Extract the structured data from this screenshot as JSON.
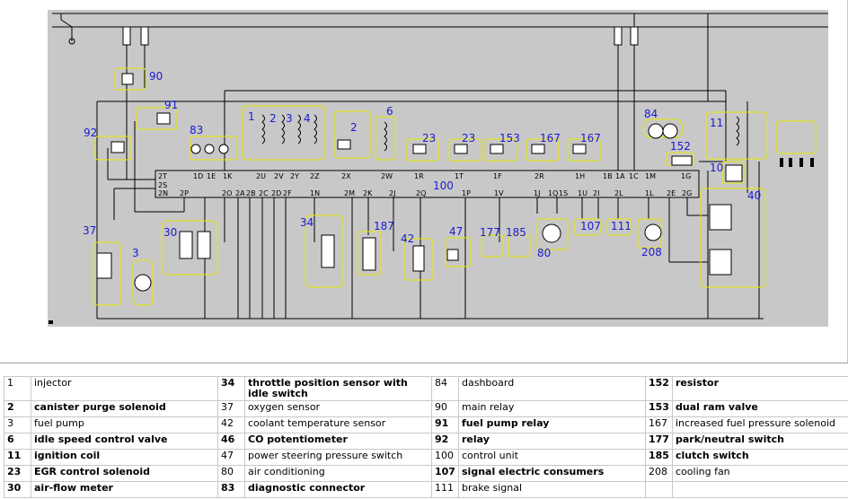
{
  "diagram": {
    "component_labels": [
      "90",
      "91",
      "92",
      "83",
      "1",
      "2",
      "3",
      "4",
      "2",
      "6",
      "23",
      "23",
      "153",
      "167",
      "167",
      "84",
      "152",
      "11",
      "10",
      "40",
      "37",
      "3",
      "30",
      "34",
      "187",
      "42",
      "47",
      "177",
      "185",
      "80",
      "107",
      "111",
      "208",
      "100"
    ],
    "pins_top": [
      "2T",
      "2S",
      "2N",
      "1D",
      "1E",
      "1K",
      "2U",
      "2V",
      "2Y",
      "2Z",
      "2X",
      "2W",
      "1R",
      "1T",
      "1F",
      "2R",
      "1H",
      "1B",
      "1A",
      "1C",
      "1M",
      "1G"
    ],
    "pins_bottom": [
      "2P",
      "2O",
      "2A",
      "2B",
      "2C",
      "2D",
      "2F",
      "1N",
      "2M",
      "2K",
      "2J",
      "2Q",
      "1P",
      "1V",
      "1J",
      "1Q",
      "1S",
      "1U",
      "2I",
      "2L",
      "1L",
      "2E",
      "2G"
    ]
  },
  "legend": {
    "rows": [
      [
        {
          "num": "1",
          "text": "injector",
          "bold": false
        },
        {
          "num": "34",
          "text": "throttle position sensor with idle switch",
          "bold": true
        },
        {
          "num": "84",
          "text": "dashboard",
          "bold": false
        },
        {
          "num": "152",
          "text": "resistor",
          "bold": true
        }
      ],
      [
        {
          "num": "2",
          "text": "canister purge solenoid",
          "bold": true
        },
        {
          "num": "37",
          "text": "oxygen sensor",
          "bold": false
        },
        {
          "num": "90",
          "text": "main relay",
          "bold": false
        },
        {
          "num": "153",
          "text": "dual ram valve",
          "bold": true
        }
      ],
      [
        {
          "num": "3",
          "text": "fuel pump",
          "bold": false
        },
        {
          "num": "42",
          "text": "coolant temperature sensor",
          "bold": false
        },
        {
          "num": "91",
          "text": "fuel pump relay",
          "bold": true
        },
        {
          "num": "167",
          "text": "increased fuel pressure solenoid",
          "bold": false
        }
      ],
      [
        {
          "num": "6",
          "text": "idle speed control valve",
          "bold": true
        },
        {
          "num": "46",
          "text": "CO potentiometer",
          "bold": true
        },
        {
          "num": "92",
          "text": "relay",
          "bold": true
        },
        {
          "num": "177",
          "text": "park/neutral switch",
          "bold": true
        }
      ],
      [
        {
          "num": "11",
          "text": "ignition coil",
          "bold": true
        },
        {
          "num": "47",
          "text": "power steering pressure switch",
          "bold": false
        },
        {
          "num": "100",
          "text": "control unit",
          "bold": false
        },
        {
          "num": "185",
          "text": "clutch switch",
          "bold": true
        }
      ],
      [
        {
          "num": "23",
          "text": "EGR control solenoid",
          "bold": true
        },
        {
          "num": "80",
          "text": "air conditioning",
          "bold": false
        },
        {
          "num": "107",
          "text": "signal electric consumers",
          "bold": true
        },
        {
          "num": "208",
          "text": "cooling fan",
          "bold": false
        }
      ],
      [
        {
          "num": "30",
          "text": "air-flow meter",
          "bold": true
        },
        {
          "num": "83",
          "text": "diagnostic connector",
          "bold": true
        },
        {
          "num": "111",
          "text": "brake signal",
          "bold": false
        },
        {
          "num": "",
          "text": "",
          "bold": false
        }
      ]
    ]
  }
}
